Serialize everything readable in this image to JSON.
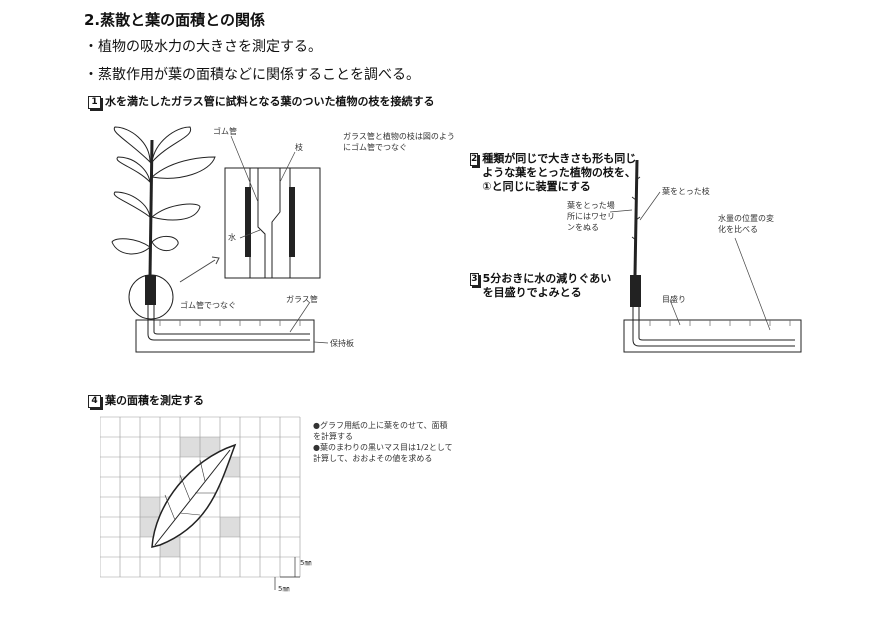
{
  "heading": {
    "title": "2.蒸散と葉の面積との関係",
    "bullets": [
      "・植物の吸水力の大きさを測定する。",
      "・蒸散作用が葉の面積などに関係することを調べる。"
    ]
  },
  "steps": [
    {
      "num": "1",
      "text": "水を満たしたガラス管に試料となる葉のついた植物の枝を接続する"
    },
    {
      "num": "2",
      "text": "種類が同じで大きさも形も同じような葉をとった植物の枝を、①と同じに装置にする"
    },
    {
      "num": "3",
      "text": "5分おきに水の減りぐあいを目盛りでよみとる"
    },
    {
      "num": "4",
      "text": "葉の面積を測定する"
    }
  ],
  "fig1": {
    "gomukan": "ゴム管",
    "eda": "枝",
    "note": "ガラス管と植物の枝は図のようにゴム管でつなぐ",
    "mizu": "水",
    "connect": "ゴム管でつなぐ",
    "garasukan": "ガラス管",
    "hojiban": "保持板"
  },
  "fig2": {
    "leafless_branch": "葉をとった枝",
    "vaseline": "葉をとった場所にはワセリンをぬる",
    "water_pos": "水量の位置の変化を比べる",
    "memori": "目盛り"
  },
  "fig4": {
    "note1": "●グラフ用紙の上に葉をのせて、面積を計算する",
    "note2": "●葉のまわりの黒いマス目は1/2として計算して、おおよその値を求める",
    "dim_v": "5㎜",
    "dim_h": "5㎜"
  }
}
